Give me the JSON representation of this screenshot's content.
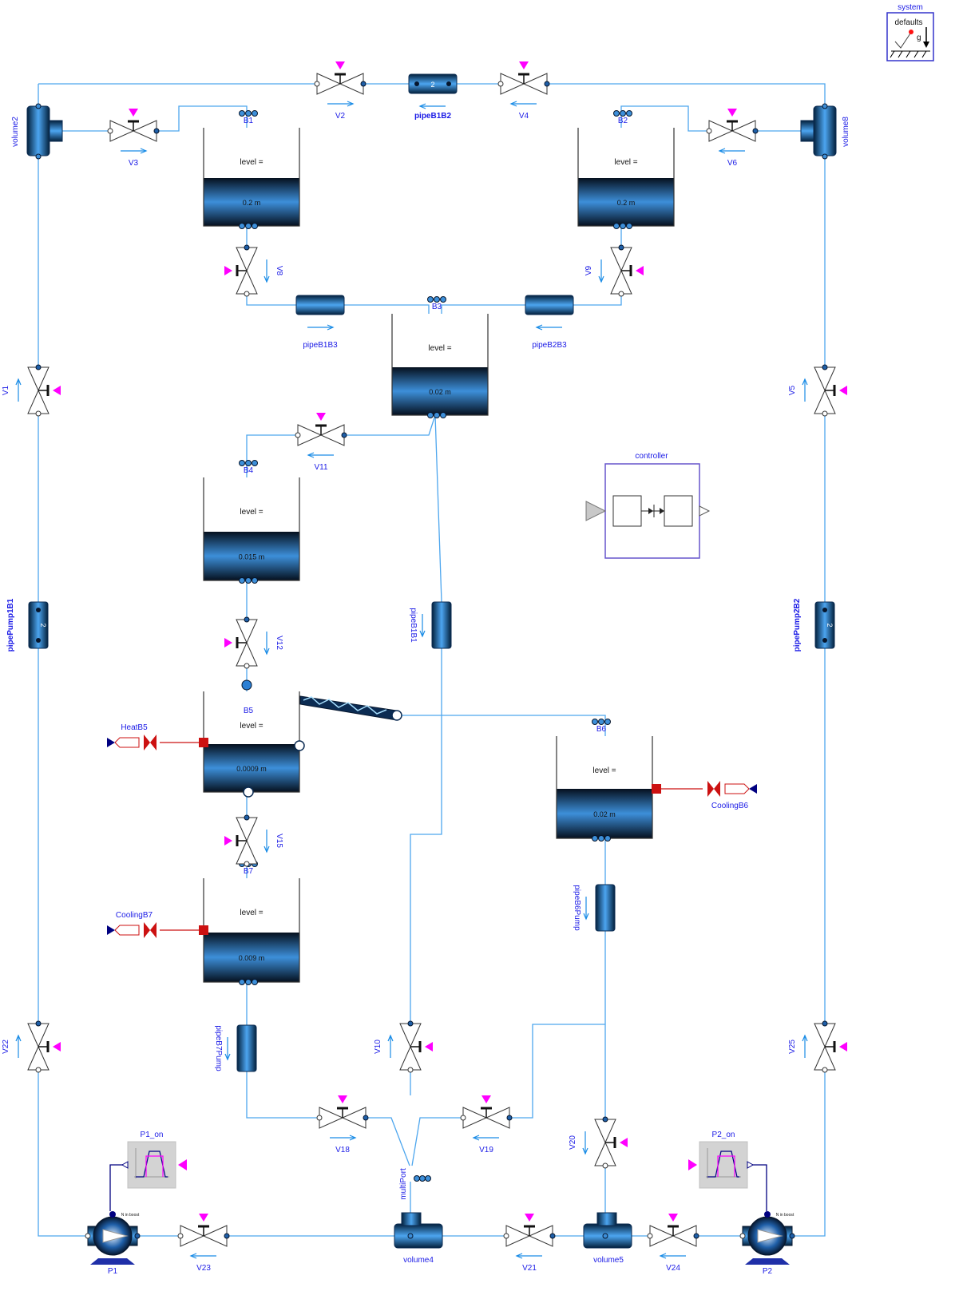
{
  "colors": {
    "pipe": "#4da6ee",
    "label": "#1a1ae6",
    "heat": "#cc1111",
    "signal": "#000080",
    "actuator": "#ff00ff",
    "frame": "#3333cc"
  },
  "system": {
    "title": "system",
    "defaults": "defaults",
    "g": "g"
  },
  "controller": {
    "title": "controller"
  },
  "common": {
    "level_label": "level =",
    "pump_caption": "N in boost"
  },
  "tanks": [
    {
      "id": "B1",
      "value": "0.2 m"
    },
    {
      "id": "B2",
      "value": "0.2 m"
    },
    {
      "id": "B3",
      "value": "0.02 m"
    },
    {
      "id": "B4",
      "value": "0.015 m"
    },
    {
      "id": "B5",
      "value": "0.0009 m"
    },
    {
      "id": "B6",
      "value": "0.02 m"
    },
    {
      "id": "B7",
      "value": "0.009 m"
    }
  ],
  "valves": {
    "V1": "V1",
    "V2": "V2",
    "V3": "V3",
    "V4": "V4",
    "V5": "V5",
    "V6": "V6",
    "V8": "V8",
    "V9": "V9",
    "V10": "V10",
    "V11": "V11",
    "V12": "V12",
    "V15": "V15",
    "V18": "V18",
    "V19": "V19",
    "V20": "V20",
    "V21": "V21",
    "V22": "V22",
    "V23": "V23",
    "V24": "V24",
    "V25": "V25"
  },
  "pipes": {
    "pipeB1B2": "pipeB1B2",
    "pipeB1B3": "pipeB1B3",
    "pipeB2B3": "pipeB2B3",
    "pipeB1B1": "pipeB1B1",
    "pipePump1B1": "pipePump1B1",
    "pipePump2B2": "pipePump2B2",
    "pipeB6Pump": "pipeB6Pump",
    "pipeB7Pump": "pipeB7Pump"
  },
  "pipe_nodes": {
    "pipeB1B2": "2",
    "pipePump1B1": "2",
    "pipePump2B2": "2"
  },
  "volumes": {
    "volume2": "volume2",
    "volume8": "volume8",
    "volume4": "volume4",
    "volume5": "volume5"
  },
  "multiport": "multiPort",
  "pumps": {
    "P1": "P1",
    "P2": "P2"
  },
  "sources": {
    "P1_on": "P1_on",
    "P2_on": "P2_on"
  },
  "heat": {
    "HeatB5": "HeatB5",
    "CoolingB6": "CoolingB6",
    "CoolingB7": "CoolingB7"
  }
}
